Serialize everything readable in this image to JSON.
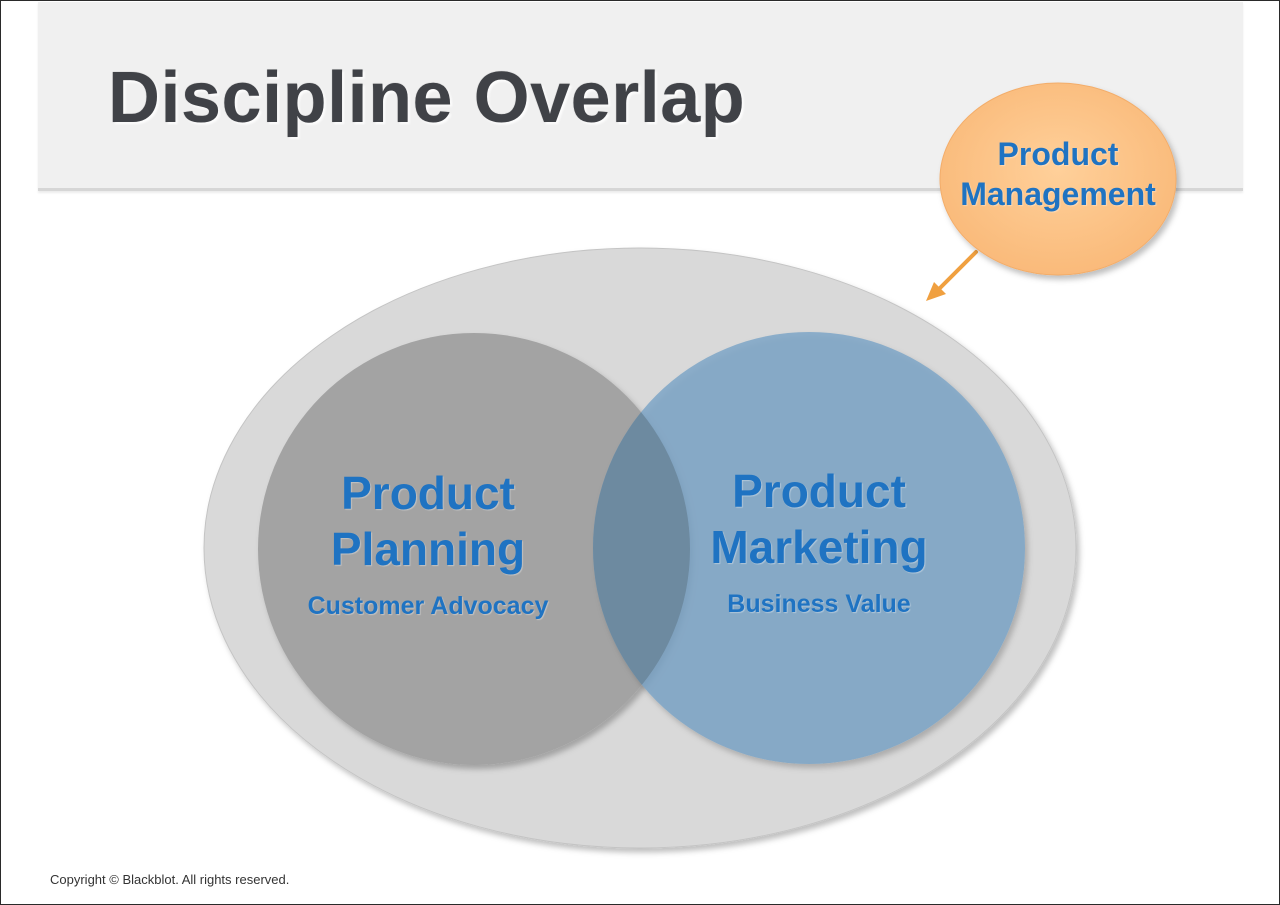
{
  "slide": {
    "title": "Discipline Overlap",
    "callout": {
      "line1": "Product",
      "line2": "Management"
    },
    "circles": [
      {
        "line1": "Product",
        "line2": "Planning",
        "subtitle": "Customer Advocacy"
      },
      {
        "line1": "Product",
        "line2": "Marketing",
        "subtitle": "Business Value"
      }
    ],
    "copyright": "Copyright © Blackblot.  All rights reserved."
  },
  "colors": {
    "title_text": "#404247",
    "label_blue": "#1f73c2",
    "outer_ellipse": "#d9d9d9",
    "planning_circle": "#a3a3a3",
    "marketing_circle": "#8aa9c2",
    "overlap": "#6d8aa0",
    "callout_fill": "#fbbf7e",
    "arrow": "#f0a040"
  }
}
